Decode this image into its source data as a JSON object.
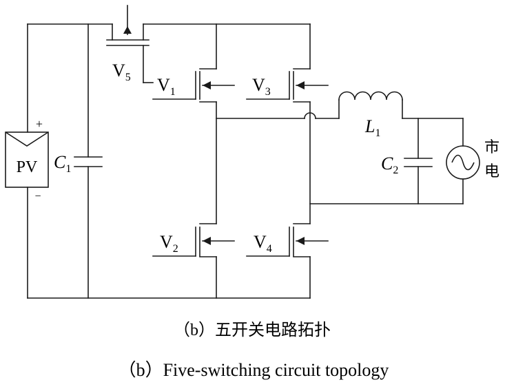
{
  "pv": {
    "label": "PV",
    "plus": "+",
    "minus": "−"
  },
  "components": {
    "c1": {
      "letter": "C",
      "sub": "1"
    },
    "c2": {
      "letter": "C",
      "sub": "2"
    },
    "l1": {
      "letter": "L",
      "sub": "1"
    },
    "v1": {
      "letter": "V",
      "sub": "1"
    },
    "v2": {
      "letter": "V",
      "sub": "2"
    },
    "v3": {
      "letter": "V",
      "sub": "3"
    },
    "v4": {
      "letter": "V",
      "sub": "4"
    },
    "v5": {
      "letter": "V",
      "sub": "5"
    }
  },
  "grid": {
    "label_line1": "市",
    "label_line2": "电"
  },
  "captions": {
    "zh": "（b）五开关电路拓扑",
    "en": "（b）Five-switching circuit topology"
  },
  "colors": {
    "line": "#1a1a1a",
    "background": "#ffffff"
  }
}
